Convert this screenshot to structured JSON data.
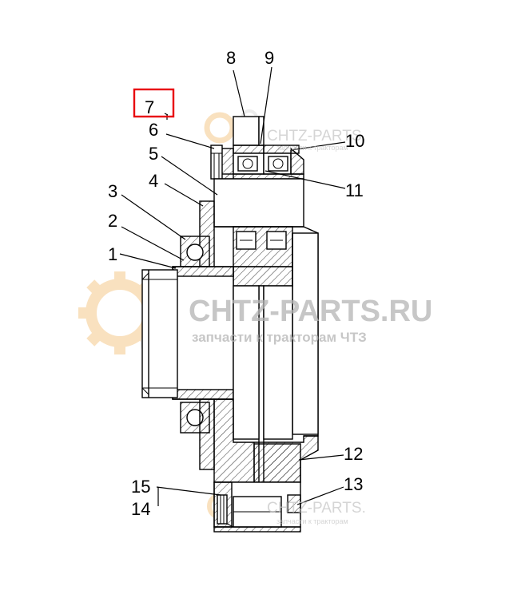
{
  "watermark": {
    "main_text": "CHTZ-PARTS.RU",
    "sub_text": "запчасти к тракторам ЧТЗ",
    "small_text": "CHTZ-PARTS.",
    "small_sub_text": "запчасти к тракторам"
  },
  "callouts": [
    {
      "id": "1",
      "label": "1"
    },
    {
      "id": "2",
      "label": "2"
    },
    {
      "id": "3",
      "label": "3"
    },
    {
      "id": "4",
      "label": "4"
    },
    {
      "id": "5",
      "label": "5"
    },
    {
      "id": "6",
      "label": "6"
    },
    {
      "id": "7",
      "label": "7"
    },
    {
      "id": "8",
      "label": "8"
    },
    {
      "id": "9",
      "label": "9"
    },
    {
      "id": "10",
      "label": "10"
    },
    {
      "id": "11",
      "label": "11"
    },
    {
      "id": "12",
      "label": "12"
    },
    {
      "id": "13",
      "label": "13"
    },
    {
      "id": "14",
      "label": "14"
    },
    {
      "id": "15",
      "label": "15"
    }
  ],
  "highlighted_callout": "7",
  "colors": {
    "highlight": "#e8000b",
    "gear_watermark": "#f5c98a",
    "line": "#000000",
    "watermark_text": "#b4b4b4"
  }
}
